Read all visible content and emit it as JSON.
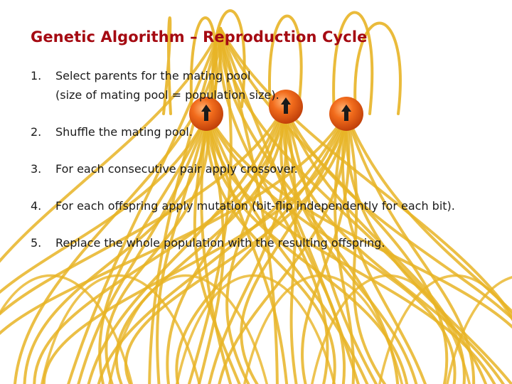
{
  "slide": {
    "title": "Genetic Algorithm – Reproduction Cycle",
    "steps": [
      {
        "number": "1.",
        "line1": "Select parents for the mating pool",
        "line2": "(size of mating pool = population size)."
      },
      {
        "number": "2.",
        "line1": "Shuffle the mating pool."
      },
      {
        "number": "3.",
        "line1": "For each consecutive pair apply crossover."
      },
      {
        "number": "4.",
        "line1": "For each offspring apply mutation (bit-flip independently for each bit)."
      },
      {
        "number": "5.",
        "line1": "Replace the whole population with the resulting offspring."
      }
    ]
  },
  "background": {
    "image": "yellow-strings-orange-balls-illustration",
    "string_color": "#e8b426",
    "ball_color": "#f06a18",
    "arrow_color": "#1a1a1a"
  }
}
